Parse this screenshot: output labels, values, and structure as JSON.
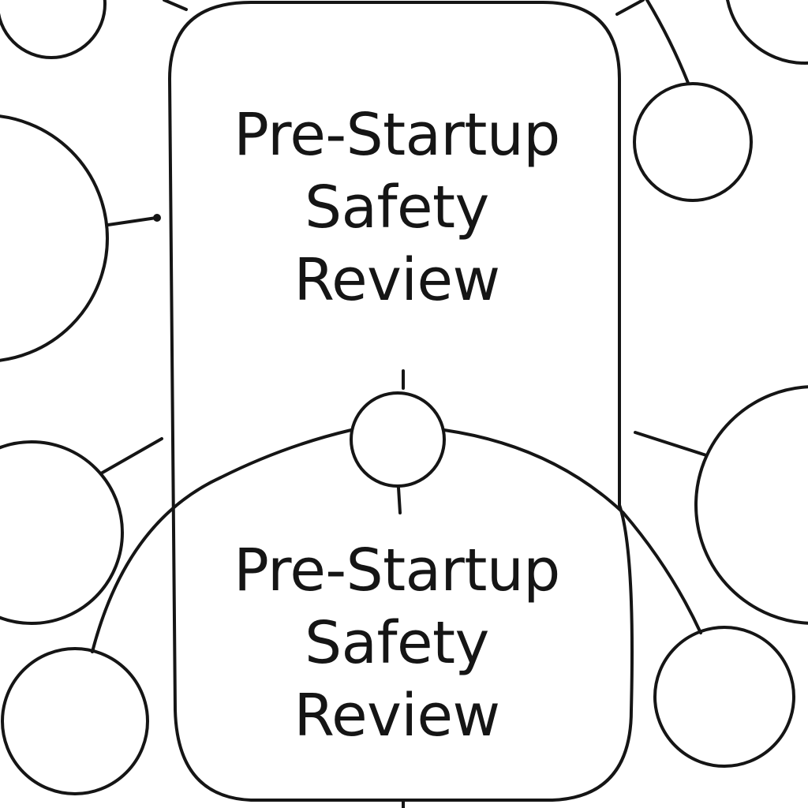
{
  "diagram": {
    "central_box": {
      "title_top": {
        "line1": "Pre-Startup",
        "line2": "Safety",
        "line3": "Review"
      },
      "title_bottom": {
        "line1": "Pre-Startup",
        "line2": "Safety",
        "line3": "Review"
      }
    },
    "stroke_color": "#151515",
    "background_color": "#ffffff"
  }
}
